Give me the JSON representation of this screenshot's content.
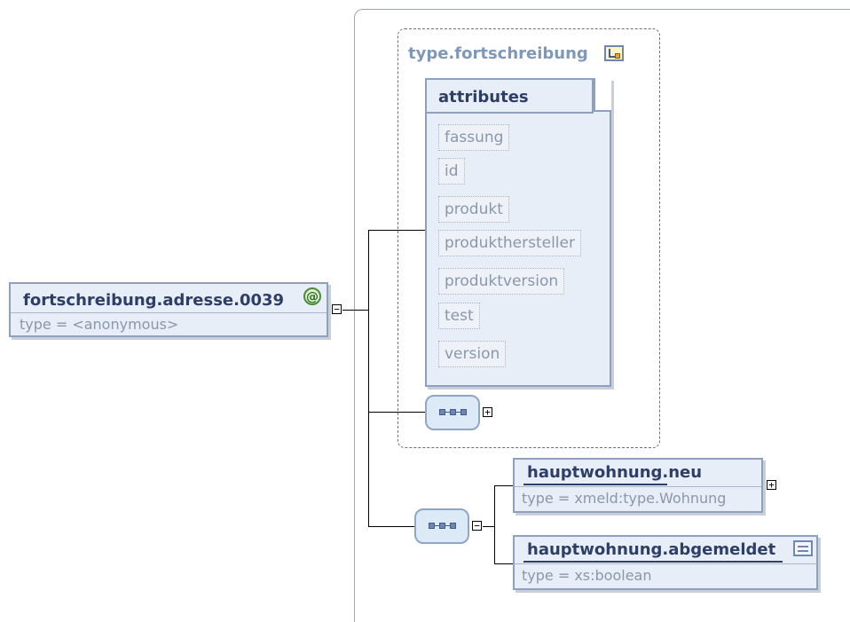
{
  "root": {
    "name": "fortschreibung.adresse.0039",
    "type_text": "type = <anonymous>",
    "attribute_icon": "@"
  },
  "complex_type": {
    "name": "type.fortschreibung",
    "icon": "complex-type-icon"
  },
  "attributes": {
    "title": "attributes",
    "items": [
      "fassung",
      "id",
      "produkt",
      "produkthersteller",
      "produktversion",
      "test",
      "version"
    ]
  },
  "elements": [
    {
      "name": "hauptwohnung.neu",
      "type_text": "type = xmeld:type.Wohnung"
    },
    {
      "name": "hauptwohnung.abgemeldet",
      "type_text": "type = xs:boolean"
    }
  ],
  "toggles": {
    "collapse": "−",
    "expand": "+"
  },
  "colors": {
    "box_fill": "#e8eef7",
    "box_border": "#8da0bd",
    "title": "#2d3f66",
    "muted_text": "#8a97ab"
  }
}
